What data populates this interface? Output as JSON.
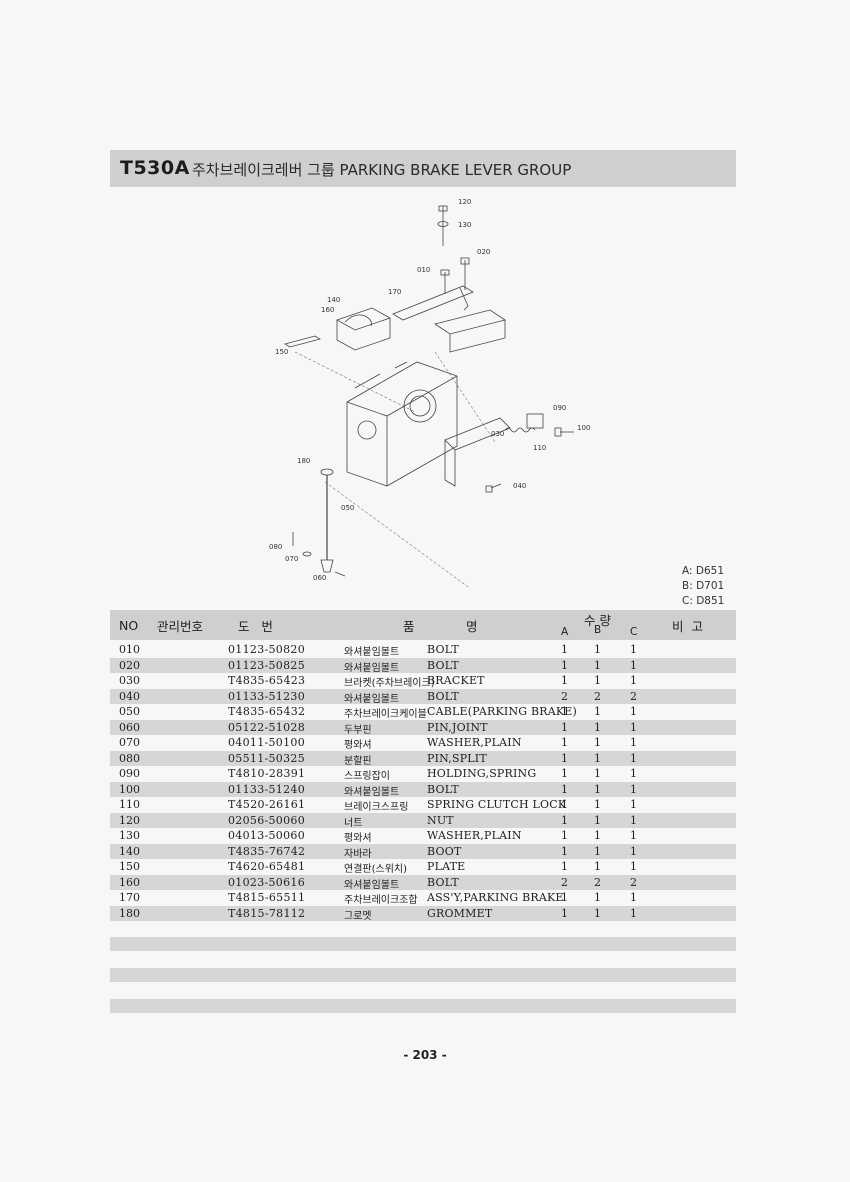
{
  "header": {
    "model": "T530A",
    "title": "주차브레이크레버 그룹  PARKING BRAKE LEVER GROUP"
  },
  "diagram": {
    "callouts": [
      "120",
      "130",
      "020",
      "010",
      "170",
      "140",
      "160",
      "150",
      "090",
      "100",
      "030",
      "110",
      "180",
      "040",
      "050",
      "080",
      "070",
      "060"
    ]
  },
  "variants": [
    "A: D651",
    "B: D701",
    "C: D851"
  ],
  "table": {
    "headers": {
      "no": "NO",
      "mgmt": "관리번호",
      "drawing": "도   번",
      "name_kr": "품",
      "name_kr2": "명",
      "qty": "수 량",
      "a": "A",
      "b": "B",
      "c": "C",
      "remarks": "비  고"
    },
    "rows": [
      {
        "no": "010",
        "part": "01123-50820",
        "kr": "와셔붙임볼트",
        "en": "BOLT",
        "a": "1",
        "b": "1",
        "c": "1"
      },
      {
        "no": "020",
        "part": "01123-50825",
        "kr": "와셔붙임볼트",
        "en": "BOLT",
        "a": "1",
        "b": "1",
        "c": "1"
      },
      {
        "no": "030",
        "part": "T4835-65423",
        "kr": "브라켓(주차브레이크)",
        "en": "BRACKET",
        "a": "1",
        "b": "1",
        "c": "1"
      },
      {
        "no": "040",
        "part": "01133-51230",
        "kr": "와셔붙임볼트",
        "en": "BOLT",
        "a": "2",
        "b": "2",
        "c": "2"
      },
      {
        "no": "050",
        "part": "T4835-65432",
        "kr": "주차브레이크케이블",
        "en": "CABLE(PARKING BRAKE)",
        "a": "1",
        "b": "1",
        "c": "1"
      },
      {
        "no": "060",
        "part": "05122-51028",
        "kr": "두부핀",
        "en": "PIN,JOINT",
        "a": "1",
        "b": "1",
        "c": "1"
      },
      {
        "no": "070",
        "part": "04011-50100",
        "kr": "평와셔",
        "en": "WASHER,PLAIN",
        "a": "1",
        "b": "1",
        "c": "1"
      },
      {
        "no": "080",
        "part": "05511-50325",
        "kr": "분할핀",
        "en": "PIN,SPLIT",
        "a": "1",
        "b": "1",
        "c": "1"
      },
      {
        "no": "090",
        "part": "T4810-28391",
        "kr": "스프링잡이",
        "en": "HOLDING,SPRING",
        "a": "1",
        "b": "1",
        "c": "1"
      },
      {
        "no": "100",
        "part": "01133-51240",
        "kr": "와셔붙임볼트",
        "en": "BOLT",
        "a": "1",
        "b": "1",
        "c": "1"
      },
      {
        "no": "110",
        "part": "T4520-26161",
        "kr": "브레이크스프링",
        "en": "SPRING CLUTCH LOCK",
        "a": "1",
        "b": "1",
        "c": "1"
      },
      {
        "no": "120",
        "part": "02056-50060",
        "kr": "너트",
        "en": "NUT",
        "a": "1",
        "b": "1",
        "c": "1"
      },
      {
        "no": "130",
        "part": "04013-50060",
        "kr": "평와셔",
        "en": "WASHER,PLAIN",
        "a": "1",
        "b": "1",
        "c": "1"
      },
      {
        "no": "140",
        "part": "T4835-76742",
        "kr": "자바라",
        "en": "BOOT",
        "a": "1",
        "b": "1",
        "c": "1"
      },
      {
        "no": "150",
        "part": "T4620-65481",
        "kr": "연결판(스위치)",
        "en": "PLATE",
        "a": "1",
        "b": "1",
        "c": "1"
      },
      {
        "no": "160",
        "part": "01023-50616",
        "kr": "와셔붙임볼트",
        "en": "BOLT",
        "a": "2",
        "b": "2",
        "c": "2"
      },
      {
        "no": "170",
        "part": "T4815-65511",
        "kr": "주차브레이크조합",
        "en": "ASS'Y,PARKING BRAKE",
        "a": "1",
        "b": "1",
        "c": "1"
      },
      {
        "no": "180",
        "part": "T4815-78112",
        "kr": "그로멧",
        "en": "GROMMET",
        "a": "1",
        "b": "1",
        "c": "1"
      }
    ]
  },
  "footer": {
    "page": "- 203 -"
  }
}
